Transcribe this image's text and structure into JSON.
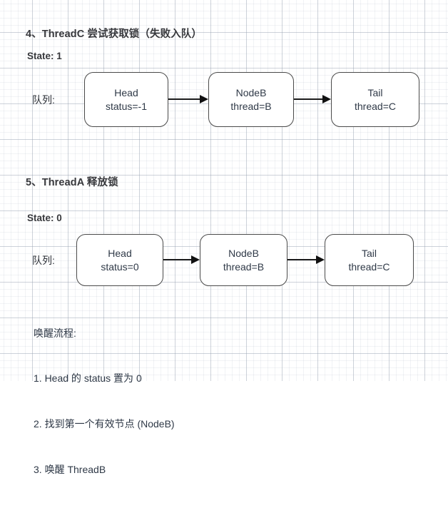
{
  "page": {
    "background": "#ffffff",
    "grid_major_color": "#96a0af",
    "grid_minor_color": "#aab4c3",
    "box_border_color": "#4a4a4a",
    "box_text_color": "#2f3947",
    "heading_color": "#37383c",
    "arrow_color": "#111111"
  },
  "sections": [
    {
      "title": "4、ThreadC 尝试获取锁（失败入队）",
      "state_label": "State: 1",
      "queue_label": "队列:",
      "nodes": [
        {
          "line1": "Head",
          "line2": "status=-1"
        },
        {
          "line1": "NodeB",
          "line2": "thread=B"
        },
        {
          "line1": "Tail",
          "line2": "thread=C"
        }
      ]
    },
    {
      "title": "5、ThreadA 释放锁",
      "state_label": "State: 0",
      "queue_label": "队列:",
      "nodes": [
        {
          "line1": "Head",
          "line2": "status=0"
        },
        {
          "line1": "NodeB",
          "line2": "thread=B"
        },
        {
          "line1": "Tail",
          "line2": "thread=C"
        }
      ]
    }
  ],
  "flow_note": {
    "heading": "唤醒流程:",
    "steps": [
      "1. Head 的 status 置为 0",
      "2. 找到第一个有效节点 (NodeB)",
      "3. 唤醒 ThreadB"
    ]
  }
}
